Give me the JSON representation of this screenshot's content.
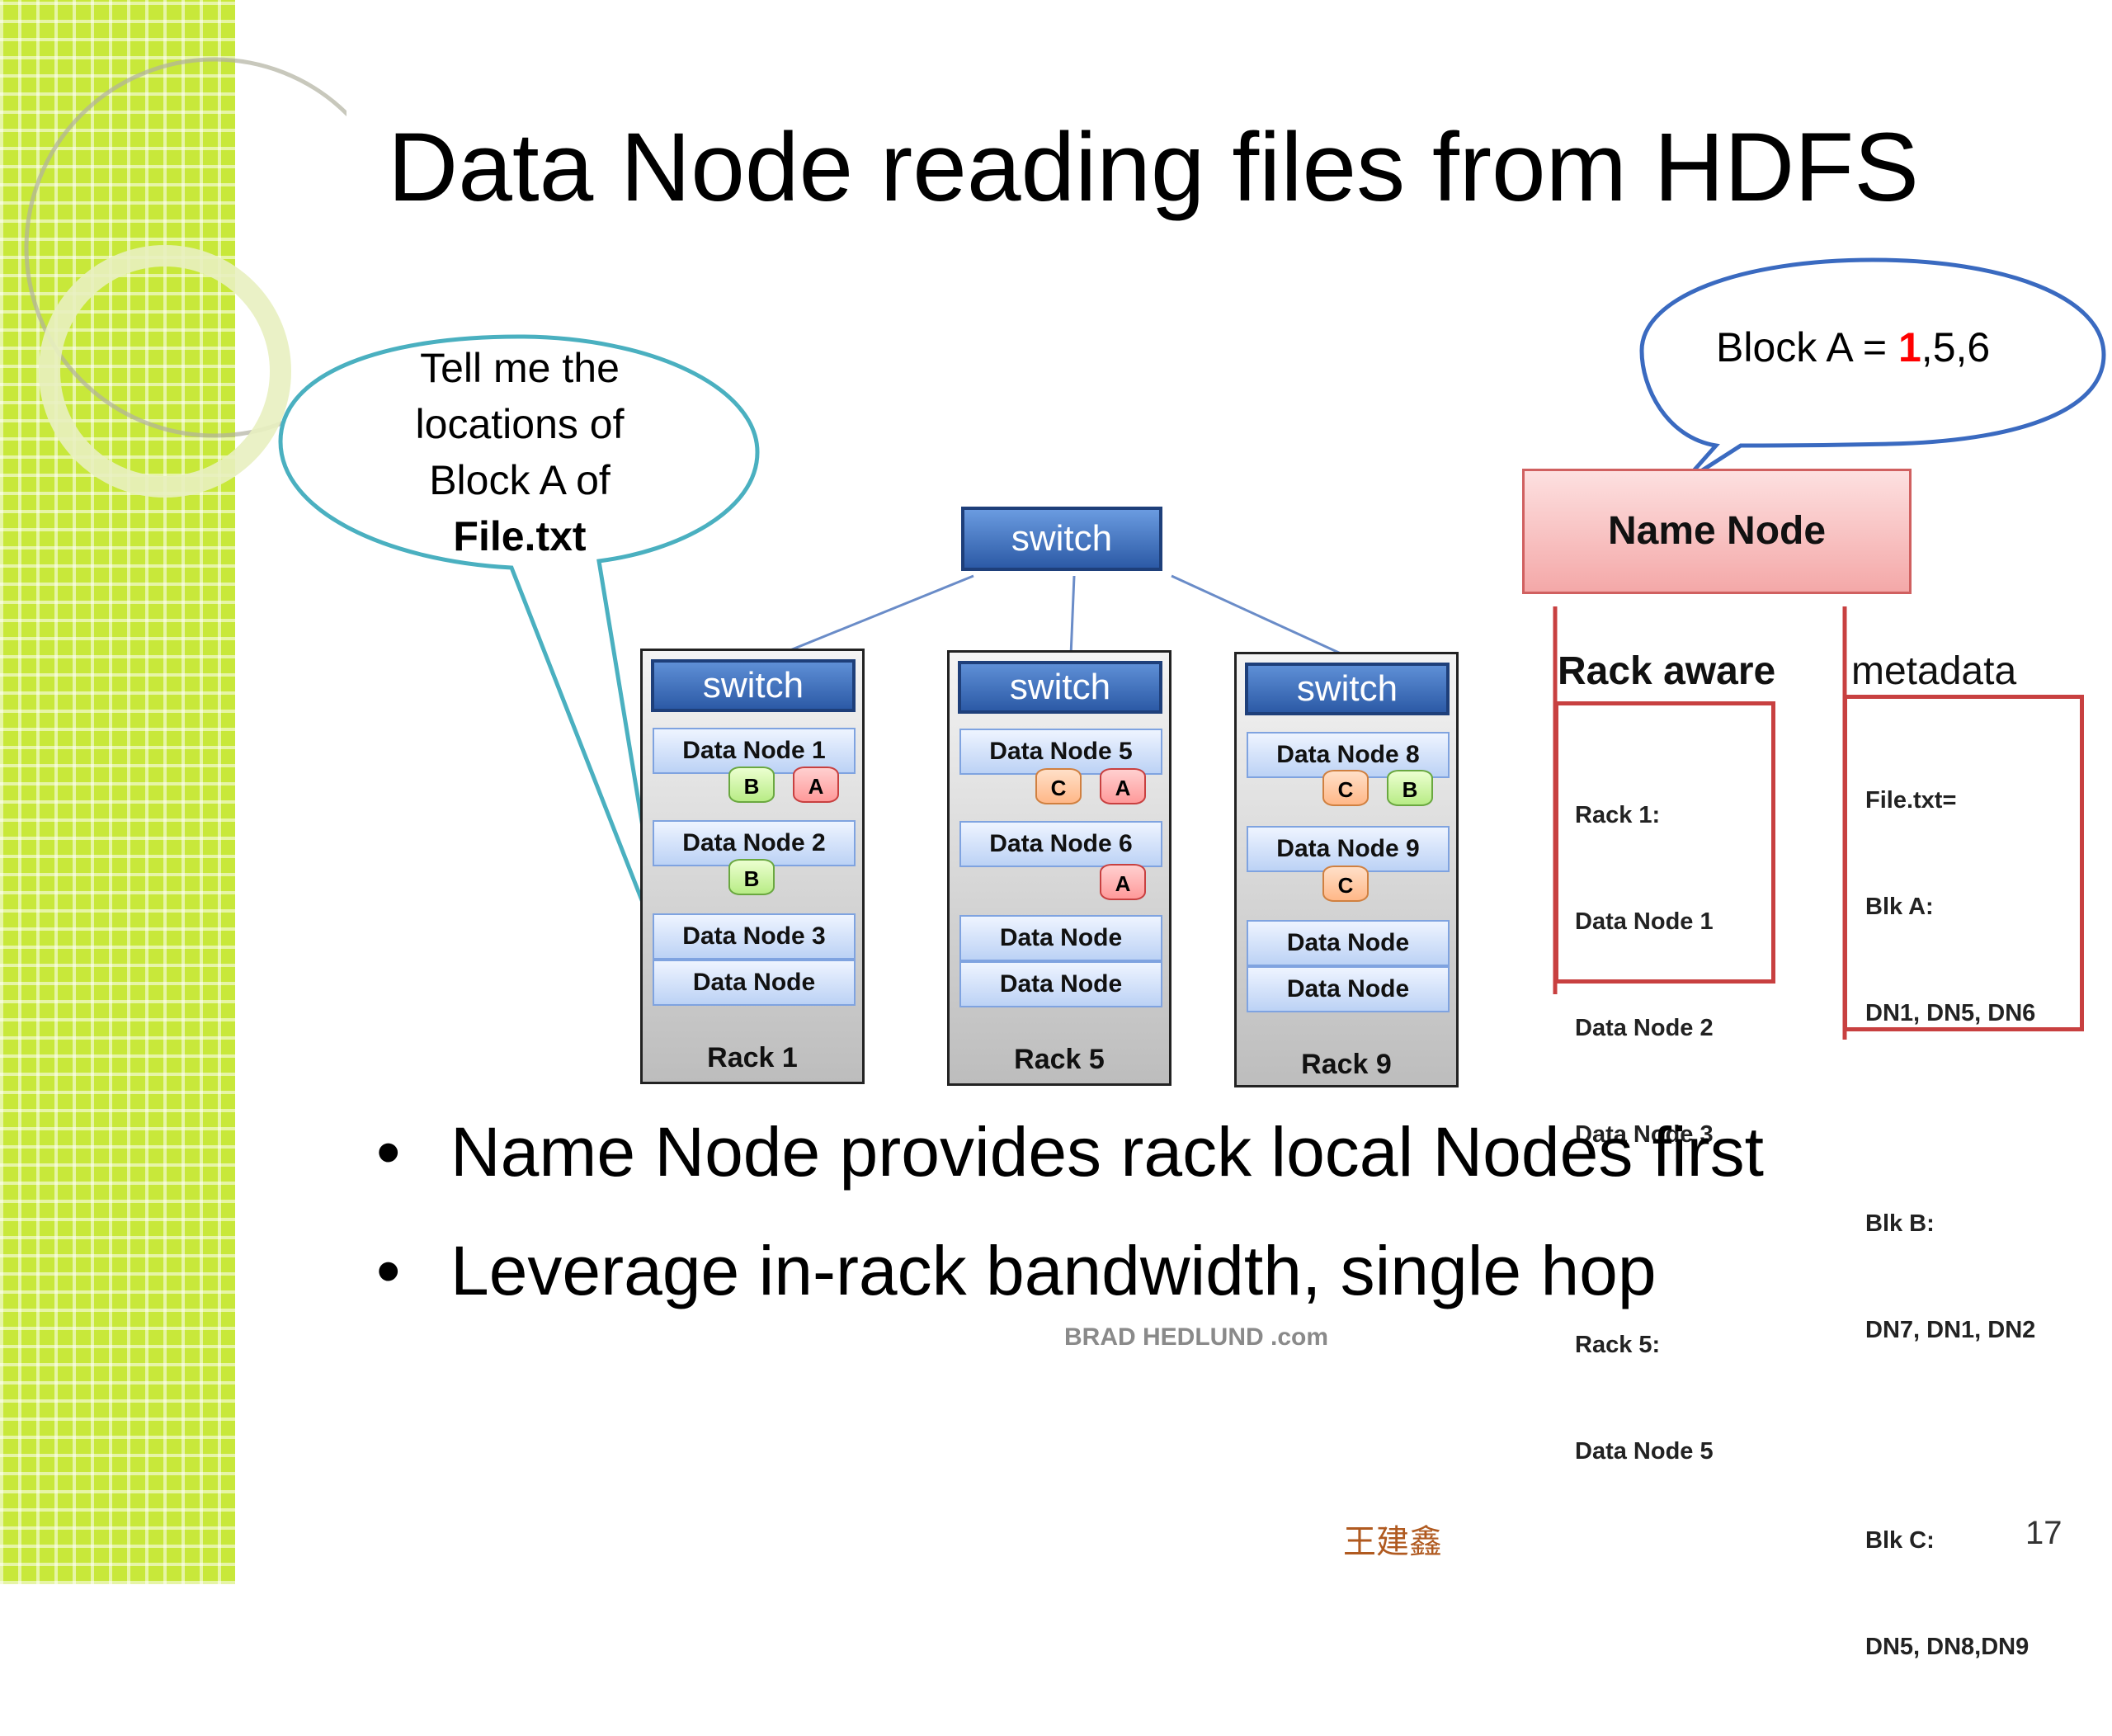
{
  "title": "Data Node reading files from HDFS",
  "client_bubble": {
    "line1": "Tell me the",
    "line2": "locations of",
    "line3": "Block A of",
    "line4": "File.txt"
  },
  "namenode_bubble": {
    "prefix": "Block A = ",
    "highlight": "1",
    "suffix": ",5,6",
    "highlight_color": "#ff0000"
  },
  "core_switch": "switch",
  "racks": [
    {
      "switch": "switch",
      "nodes": [
        "Data Node 1",
        "Data Node 2",
        "Data Node 3",
        "Data Node"
      ],
      "label": "Rack 1"
    },
    {
      "switch": "switch",
      "nodes": [
        "Data Node 5",
        "Data Node 6",
        "Data Node",
        "Data Node"
      ],
      "label": "Rack 5"
    },
    {
      "switch": "switch",
      "nodes": [
        "Data Node 8",
        "Data Node 9",
        "Data Node",
        "Data Node"
      ],
      "label": "Rack 9"
    }
  ],
  "blocks": {
    "r1n1": [
      "B",
      "A"
    ],
    "r1n2": [
      "B"
    ],
    "r5n1": [
      "C",
      "A"
    ],
    "r5n2": [
      "A"
    ],
    "r9n1": [
      "C",
      "B"
    ],
    "r9n2": [
      "C"
    ]
  },
  "name_node": {
    "label": "Name Node"
  },
  "rack_aware": {
    "heading": "Rack aware",
    "lines": [
      "Rack 1:",
      "Data Node 1",
      "Data Node 2",
      "Data Node 3",
      "",
      "Rack 5:",
      "Data Node 5"
    ]
  },
  "metadata": {
    "heading": "metadata",
    "lines": [
      "File.txt=",
      "Blk A:",
      "DN1, DN5, DN6",
      "",
      "Blk B:",
      "DN7, DN1, DN2",
      "",
      "Blk C:",
      "DN5, DN8,DN9"
    ]
  },
  "bullets": [
    "Name Node provides rack local Nodes first",
    "Leverage in-rack bandwidth, single hop"
  ],
  "credit": "BRAD HEDLUND .com",
  "author": "王建鑫",
  "page_number": "17",
  "colors": {
    "accent_green": "#c8e83a",
    "switch_blue": "#2c5aa6",
    "namenode_pink": "#f8c8c8",
    "box_red": "#c84040",
    "arrow_orange": "#f09040",
    "bubble_teal": "#4ab0c0",
    "bubble_blue": "#3a6ac0"
  }
}
